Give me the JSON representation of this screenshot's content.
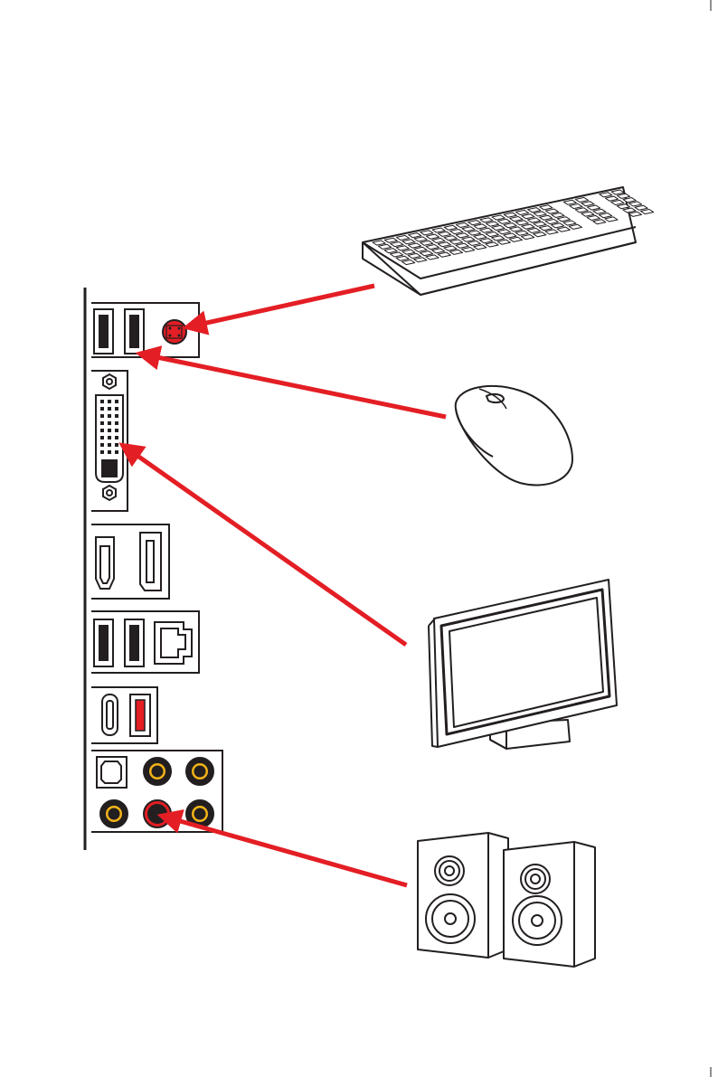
{
  "colors": {
    "arrow": "#e31e24",
    "line": "#231f20",
    "audio_ring": "#f2b318",
    "background": "#ffffff"
  },
  "icons": {
    "keyboard": "keyboard-icon",
    "mouse": "mouse-icon",
    "monitor": "monitor-icon",
    "speakers": "speakers-icon"
  },
  "io_panel": {
    "ports": [
      "usb-a",
      "usb-a",
      "ps2",
      "dvi-d",
      "hdmi",
      "displayport",
      "usb-a",
      "usb-a",
      "lan",
      "usb-c",
      "usb-a",
      "optical-spdif",
      "audio-jack"
    ]
  },
  "connections": [
    {
      "device": "keyboard",
      "port": "ps2"
    },
    {
      "device": "mouse",
      "port": "usb-a"
    },
    {
      "device": "monitor",
      "port": "dvi-d"
    },
    {
      "device": "speakers",
      "port": "line-out"
    }
  ]
}
